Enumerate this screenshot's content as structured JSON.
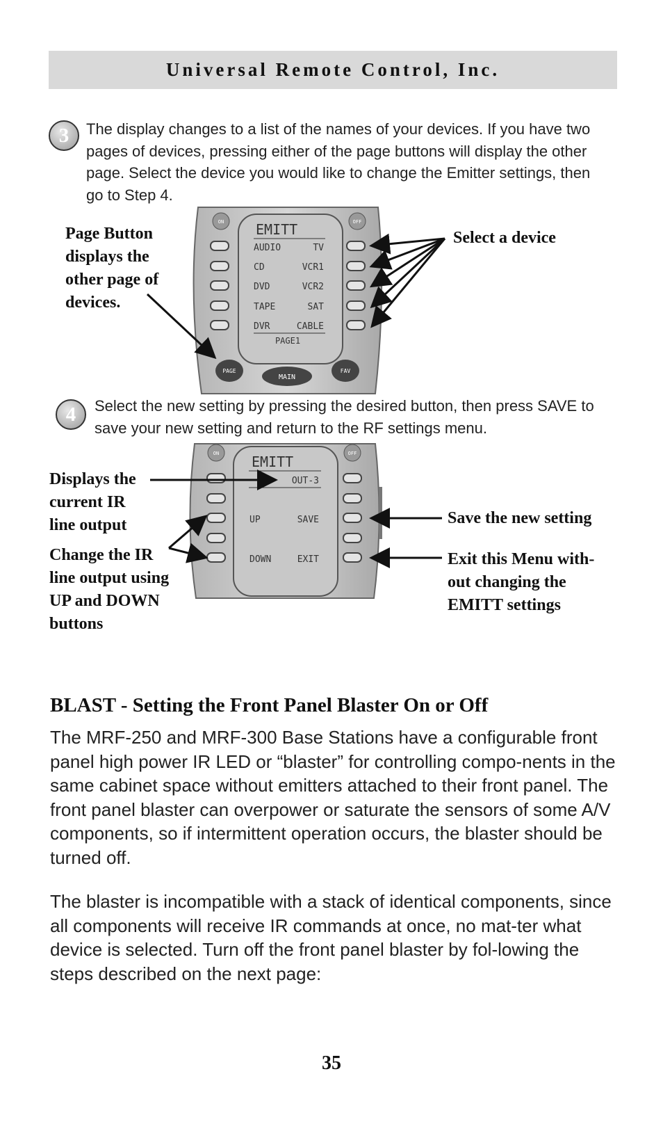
{
  "header": {
    "title": "Universal Remote Control, Inc."
  },
  "step3": {
    "number": "3",
    "text": "The display changes to a list of the names of your devices. If you have two pages of devices, pressing either of the page buttons will display the other page. Select the device you would like to change the Emitter settings, then go to Step 4.",
    "callout_left": "Page Button displays the other page of devices.",
    "callout_right": "Select a device",
    "screen": {
      "title": "EMITT",
      "rows": [
        [
          "AUDIO",
          "TV"
        ],
        [
          "CD",
          "VCR1"
        ],
        [
          "DVD",
          "VCR2"
        ],
        [
          "TAPE",
          "SAT"
        ],
        [
          "DVR",
          "CABLE"
        ]
      ],
      "footer": "PAGE1"
    },
    "buttons": {
      "on": "ON",
      "off": "OFF",
      "page": "PAGE",
      "main": "MAIN",
      "fav": "FAV"
    }
  },
  "step4": {
    "number": "4",
    "text": "Select the new setting by pressing the desired button, then press SAVE to save your new setting and return to the RF settings menu.",
    "callout_displays": "Displays the current IR line output",
    "callout_change": "Change the IR line output using UP and DOWN buttons",
    "callout_save": "Save the new setting",
    "callout_exit": "Exit this Menu with-out changing the EMITT settings",
    "screen": {
      "title": "EMITT",
      "value": "OUT-3",
      "up": "UP",
      "save": "SAVE",
      "down": "DOWN",
      "exit": "EXIT"
    },
    "buttons": {
      "on": "ON",
      "off": "OFF"
    }
  },
  "section": {
    "title": "BLAST - Setting the Front Panel Blaster On or Off",
    "para1": "The MRF-250 and MRF-300 Base Stations have a configurable front panel high power IR LED or “blaster” for controlling compo-nents in the same cabinet space without emitters attached to their front panel. The front panel blaster can overpower or saturate the sensors of some A/V components, so if intermittent operation occurs, the blaster should be turned off.",
    "para2": "The blaster is incompatible with a stack of identical components, since all components will receive IR commands at once, no mat-ter what device is selected. Turn off the front panel blaster by fol-lowing the steps described on the next page:"
  },
  "page_number": "35"
}
